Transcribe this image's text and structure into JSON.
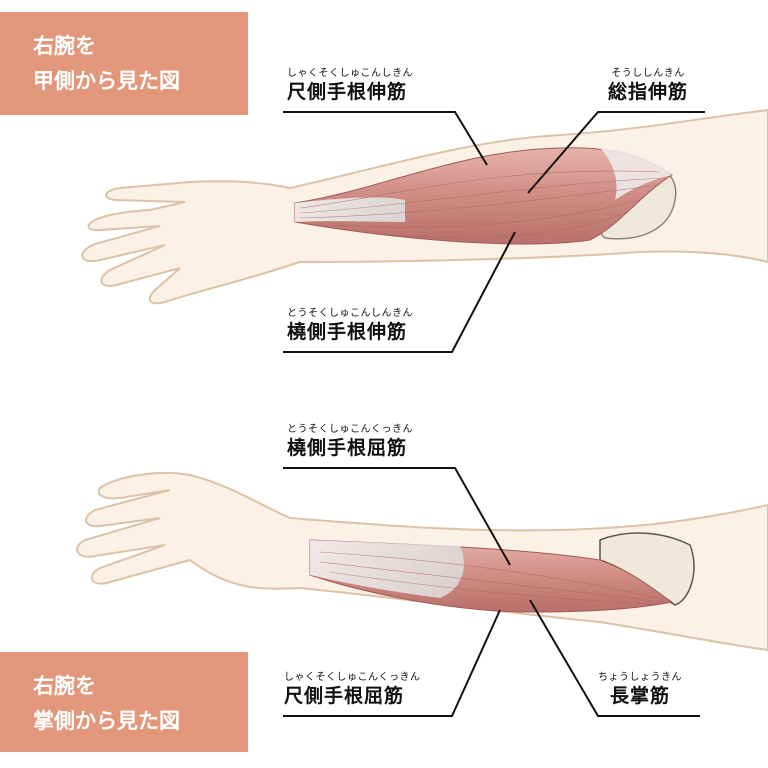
{
  "back_view": {
    "title_line1": "右腕を",
    "title_line2": "甲側から見た図",
    "labels": [
      {
        "furigana": "しゃくそくしゅこんしきん",
        "name": "尺側手根伸筋"
      },
      {
        "furigana": "そうししんきん",
        "name": "総指伸筋"
      },
      {
        "furigana": "とうそくしゅこんしんきん",
        "name": "橈側手根伸筋"
      }
    ]
  },
  "palm_view": {
    "title_line1": "右腕を",
    "title_line2": "掌側から見た図",
    "labels": [
      {
        "furigana": "とうそくしゅこんくっきん",
        "name": "橈側手根屈筋"
      },
      {
        "furigana": "しゃくそくしゅこんくっきん",
        "name": "尺側手根屈筋"
      },
      {
        "furigana": "ちょうしょうきん",
        "name": "長掌筋"
      }
    ]
  },
  "colors": {
    "title_box": "#e2977a",
    "skin": "#fbf1e6",
    "skin_outline": "#dcc2a6",
    "muscle": "#d8958e",
    "bone": "#efe9dc"
  }
}
